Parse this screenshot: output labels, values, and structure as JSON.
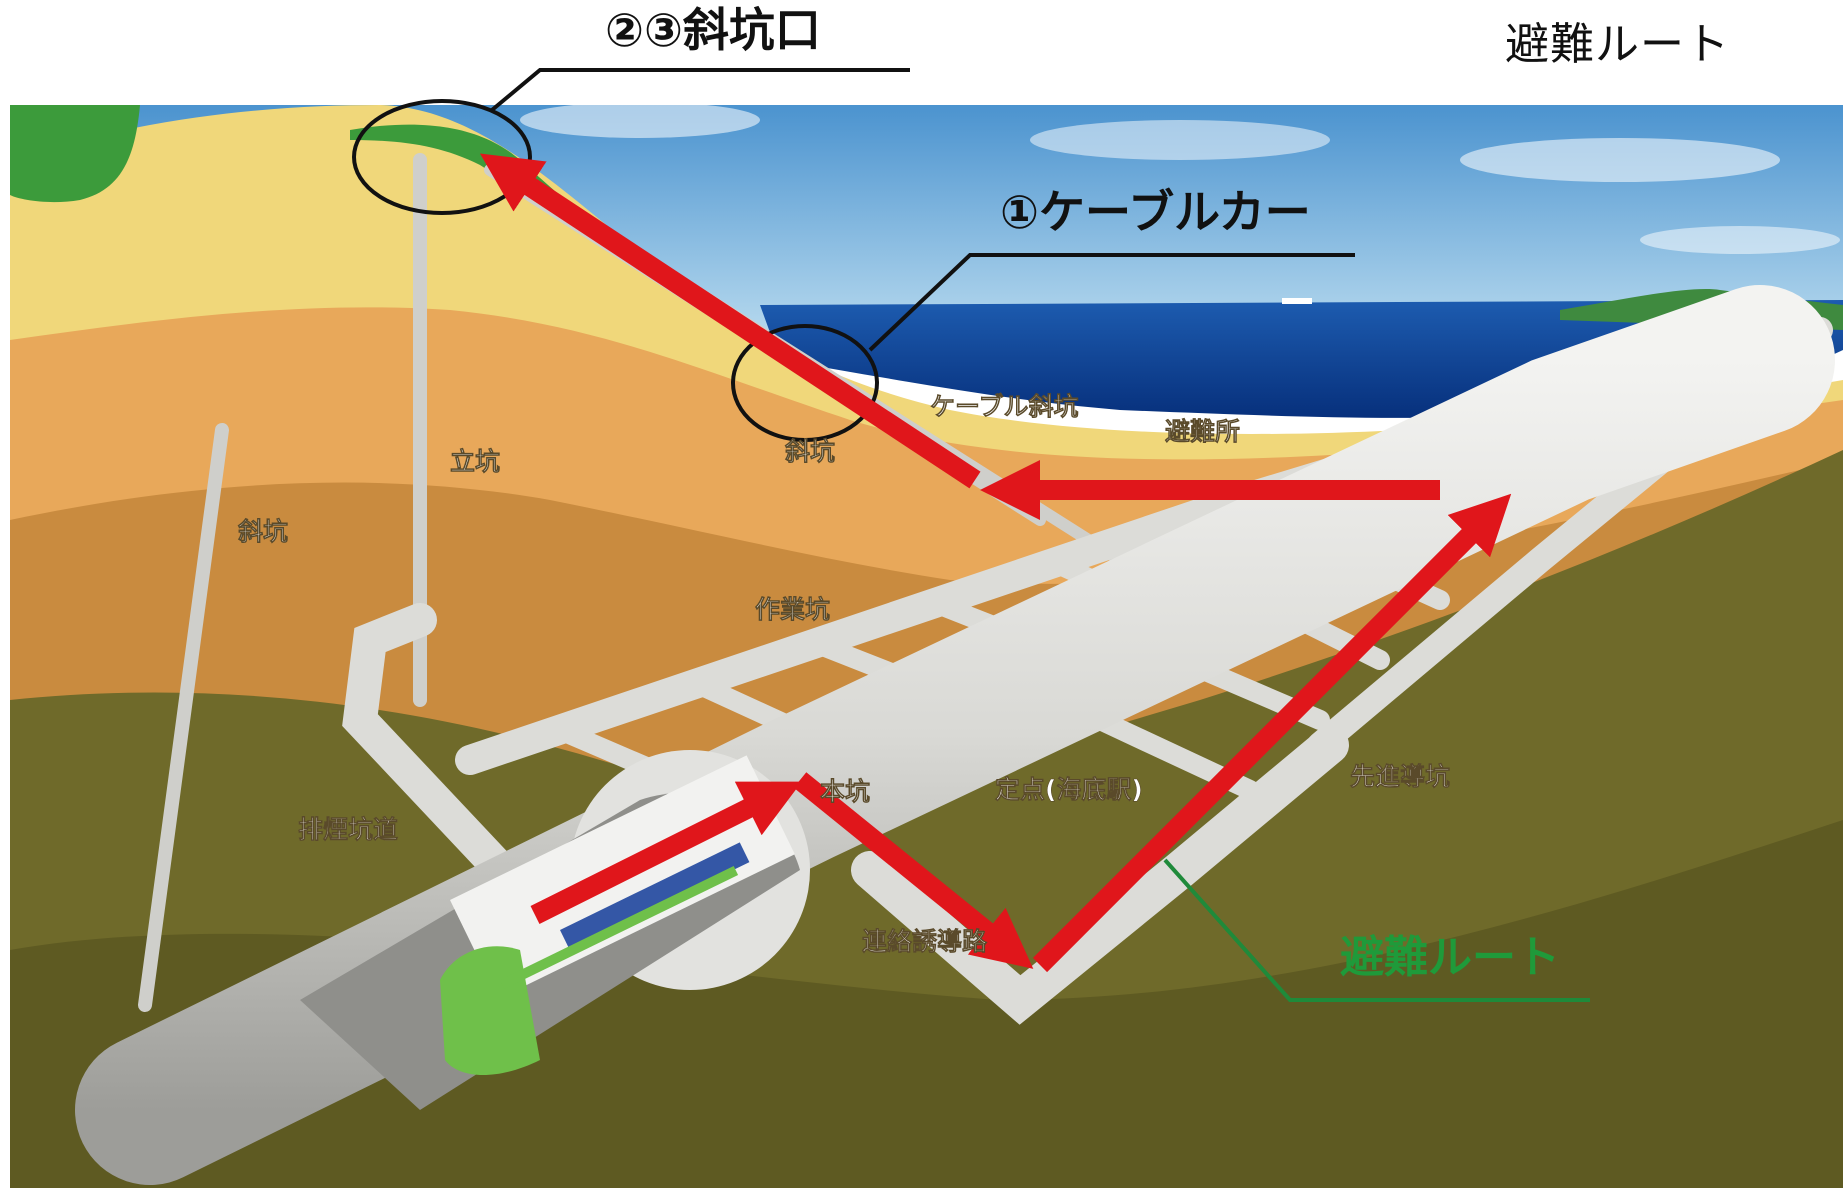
{
  "header": {
    "title": "避難ルート"
  },
  "callouts": {
    "shaft_mouth": "②③斜坑口",
    "cable_car": "①ケーブルカー"
  },
  "labels": {
    "cable_incline": "ケーブル斜坑",
    "shelter": "避難所",
    "incline_upper": "斜坑",
    "vertical_shaft": "立坑",
    "incline_left": "斜坑",
    "work_tunnel": "作業坑",
    "main_tunnel": "本坑",
    "fixed_point": "定点(海底駅)",
    "pilot_tunnel": "先進導坑",
    "smoke_tunnel": "排煙坑道",
    "connecting_passage": "連絡誘導路",
    "evacuation_route": "避難ルート"
  },
  "colors": {
    "arrow": "#e0161b",
    "sea": "#0a3f95",
    "sky": "#5ea7d6",
    "route_label": "#1f9a3a",
    "tunnel": "#dcdcd8"
  }
}
